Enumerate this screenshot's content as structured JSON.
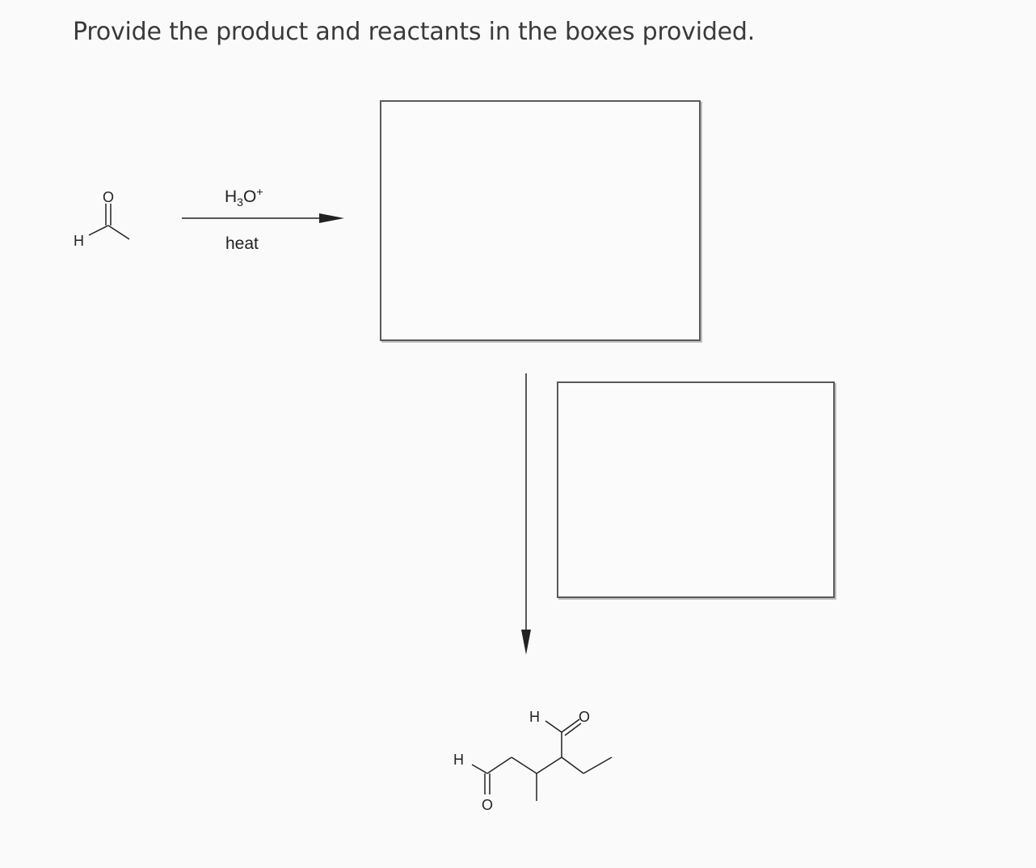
{
  "instruction": "Provide the product and reactants in the boxes provided.",
  "start_material": {
    "atoms": {
      "O": "O",
      "H": "H"
    }
  },
  "reaction_arrow": {
    "reagent_main": "H",
    "reagent_subscript": "3",
    "reagent_tail": "O",
    "reagent_charge": "+",
    "condition": "heat"
  },
  "final_product": {
    "atoms": {
      "H1": "H",
      "O1": "O",
      "H2": "H",
      "O2": "O"
    }
  },
  "boxes": {
    "product_box": {
      "content": ""
    },
    "reactant_box": {
      "content": ""
    }
  },
  "colors": {
    "line": "#222222",
    "box_border": "#5a5a5a",
    "background": "#fafafa"
  }
}
